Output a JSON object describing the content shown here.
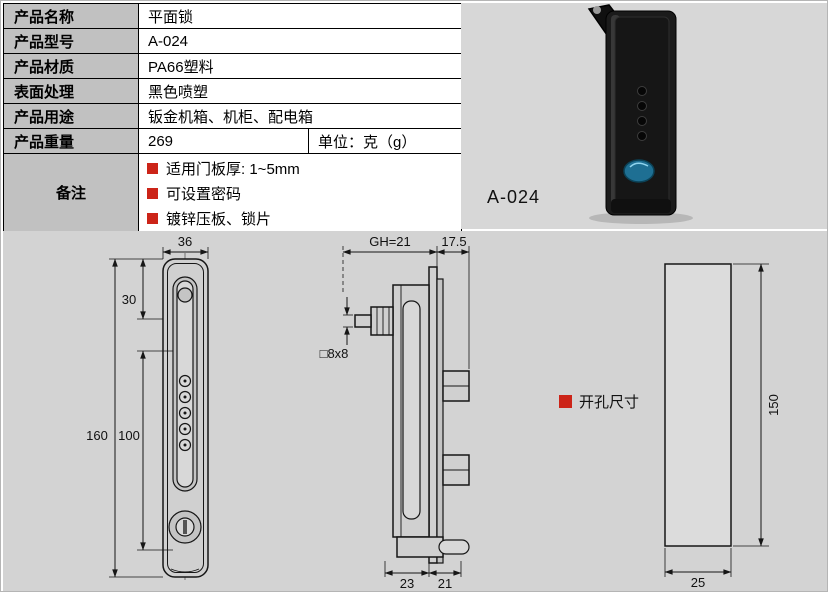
{
  "spec_table": {
    "rows": [
      {
        "label": "产品名称",
        "value": "平面锁"
      },
      {
        "label": "产品型号",
        "value": "A-024"
      },
      {
        "label": "产品材质",
        "value": "PA66塑料"
      },
      {
        "label": "表面处理",
        "value": "黑色喷塑"
      },
      {
        "label": "产品用途",
        "value": "钣金机箱、机柜、配电箱"
      }
    ],
    "weight": {
      "label": "产品重量",
      "value": "269",
      "unit": "单位：克（g）"
    },
    "remarks": {
      "label": "备注",
      "items": [
        {
          "text": "适用门板厚: 1~5mm"
        },
        {
          "text": "可设置密码"
        },
        {
          "text": "镀锌压板、锁片"
        }
      ]
    }
  },
  "photo": {
    "caption": "A-024"
  },
  "drawings": {
    "front_view": {
      "width_dim": "36",
      "top_dim": "30",
      "mid_dim": "100",
      "total_dim": "160"
    },
    "side_view": {
      "grip_dim": "GH=21",
      "depth_dim": "17.5",
      "shaft_dim": "□8x8",
      "bottom_left_dim": "23",
      "bottom_right_dim": "21"
    },
    "cutout_view": {
      "height_dim": "150",
      "width_dim": "25",
      "label": "开孔尺寸"
    }
  },
  "colors": {
    "accent_red": "#cc2418",
    "table_label_bg": "#c1c1c1",
    "photo_area_bg": "#d7d7d7",
    "drawing_area_bg": "#d3d3d3",
    "line_color": "#161616"
  }
}
